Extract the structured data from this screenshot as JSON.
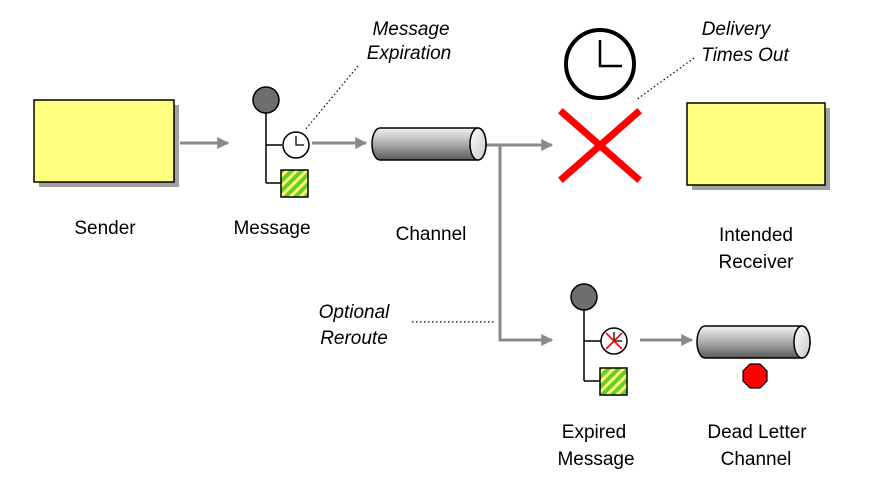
{
  "labels": {
    "sender": "Sender",
    "message": "Message",
    "channel": "Channel",
    "intended_receiver_line1": "Intended",
    "intended_receiver_line2": "Receiver",
    "expired_message_line1": "Expired",
    "expired_message_line2": "Message",
    "dead_letter_line1": "Dead Letter",
    "dead_letter_line2": "Channel"
  },
  "annotations": {
    "message_expiration_line1": "Message",
    "message_expiration_line2": "Expiration",
    "delivery_times_out_line1": "Delivery",
    "delivery_times_out_line2": "Times Out",
    "optional_reroute_line1": "Optional",
    "optional_reroute_line2": "Reroute"
  },
  "colors": {
    "endpoint_fill": "#ffff80",
    "endpoint_shadow": "#a0a0a0",
    "flow_arrow": "#8a8a8a",
    "message_head": "#6e6e6e",
    "message_body_green": "#66cc33",
    "message_body_stripe": "#ffff66",
    "cross": "#ff0000",
    "stop_sign": "#ff0000",
    "channel_light": "#f2f2f2",
    "channel_dark": "#5a5a5a"
  },
  "icons": {
    "expiration_clock": "clock-icon",
    "timeout_clock": "large-clock-icon",
    "delivery_failed": "red-x-icon",
    "expired_marker": "expired-clock-icon",
    "dead_letter_stop": "stop-sign-icon"
  }
}
